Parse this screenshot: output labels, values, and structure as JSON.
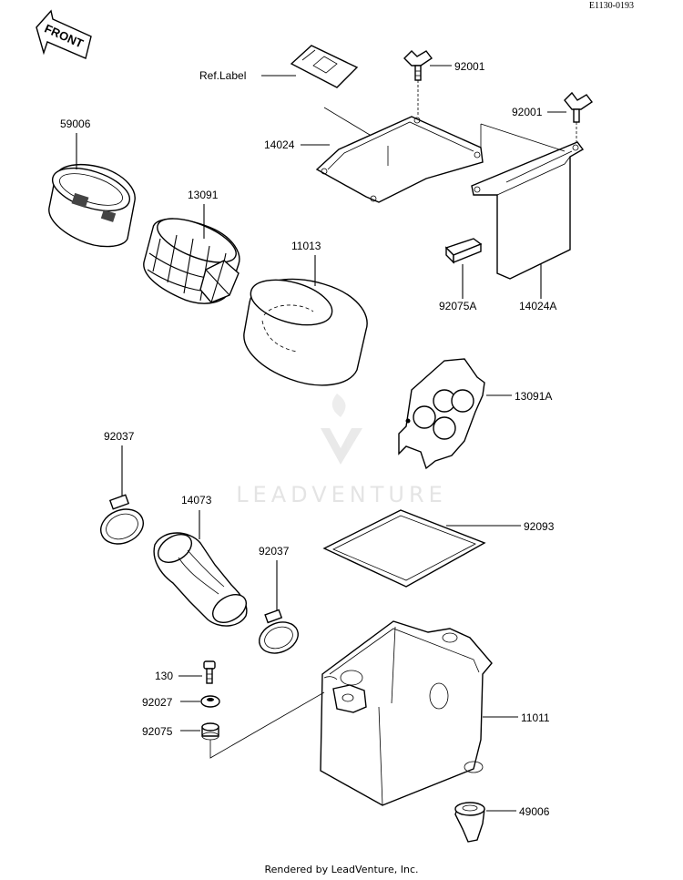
{
  "diagram": {
    "code": "E1130-0193",
    "front_label": "FRONT",
    "watermark": "LEADVENTURE",
    "footer": "Rendered by LeadVenture, Inc.",
    "callouts": {
      "ref_label": "Ref.Label",
      "p92001a": "92001",
      "p92001b": "92001",
      "p59006": "59006",
      "p14024": "14024",
      "p13091": "13091",
      "p11013": "11013",
      "p92075a": "92075A",
      "p14024a": "14024A",
      "p13091a": "13091A",
      "p92037a": "92037",
      "p14073": "14073",
      "p92093": "92093",
      "p92037b": "92037",
      "p130": "130",
      "p92027": "92027",
      "p92075": "92075",
      "p11011": "11011",
      "p49006": "49006"
    }
  }
}
